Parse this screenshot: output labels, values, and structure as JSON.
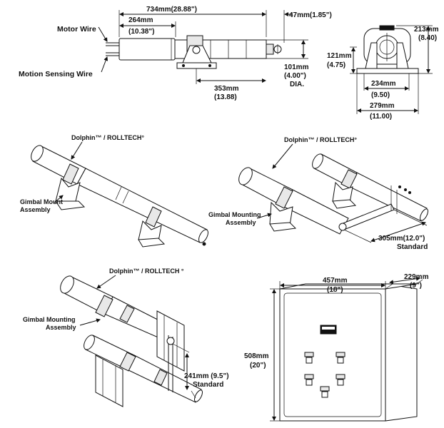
{
  "top": {
    "overall_length": "734mm(28.88\")",
    "motor_length": "264mm",
    "motor_length_in": "(10.38\")",
    "end_length": "47mm(1.85\")",
    "mount_offset": "353mm",
    "mount_offset_in": "(13.88)",
    "tube_dia": "101mm",
    "tube_dia_in": "(4.00\")",
    "tube_dia_suffix": "DIA.",
    "motor_wire": "Motor Wire",
    "motion_wire": "Motion Sensing Wire",
    "end_height": "121mm",
    "end_height_in": "(4.75)",
    "end_total_height": "213mm",
    "end_total_height_in": "(8.40)",
    "base_inner": "234mm",
    "base_inner_in": "(9.50)",
    "base_outer": "279mm",
    "base_outer_in": "(11.00)"
  },
  "views": {
    "single_product": "Dolphin™ / ROLLTECH°",
    "single_mount": "Gimbal Mount",
    "single_mount_2": "Assembly",
    "double_product": "Dolphin™ / ROLLTECH°",
    "double_mount": "Gimbal Mounting",
    "double_mount_2": "Assembly",
    "double_spacing": "305mm(12.0\")",
    "double_spacing_2": "Standard",
    "stacked_product": "Dolphin™ / ROLLTECH °",
    "stacked_mount": "Gimbal Mounting",
    "stacked_mount_2": "Assembly",
    "stacked_spacing": "241mm (9.5\")",
    "stacked_spacing_2": "Standard"
  },
  "box": {
    "width": "457mm",
    "width_in": "(18\")",
    "depth": "229mm",
    "depth_in": "(9\")",
    "height": "508mm",
    "height_in": "(20\")"
  }
}
